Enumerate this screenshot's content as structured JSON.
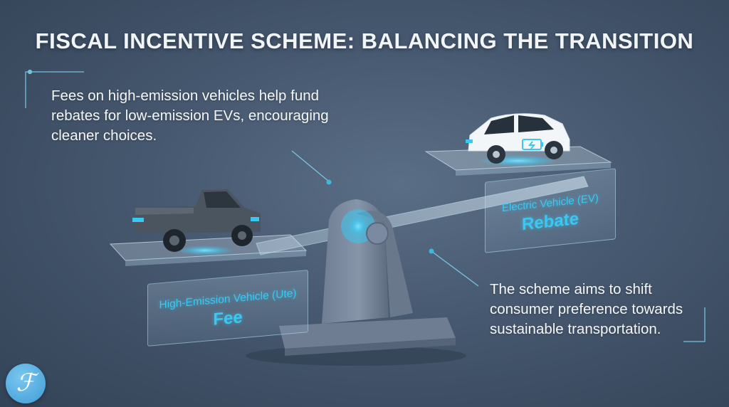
{
  "title": "FISCAL INCENTIVE SCHEME: BALANCING THE TRANSITION",
  "note_top": "Fees on high-emission vehicles help fund rebates for low-emission EVs, encouraging cleaner choices.",
  "note_bottom": "The scheme aims to shift consumer preference towards sustainable transportation.",
  "left_label": {
    "sub": "High-Emission Vehicle (Ute)",
    "main": "Fee"
  },
  "right_label": {
    "sub": "Electric Vehicle (EV)",
    "main": "Rebate"
  },
  "logo_mark": "ℱ",
  "colors": {
    "accent_glow": "#39c8f2",
    "background": "#46586f",
    "truck": "#4b5560",
    "ev_body": "#f3f6f9",
    "pivot": "#75849a"
  },
  "icons": [
    "pickup-truck-icon",
    "electric-car-icon",
    "battery-icon",
    "logo-icon"
  ]
}
